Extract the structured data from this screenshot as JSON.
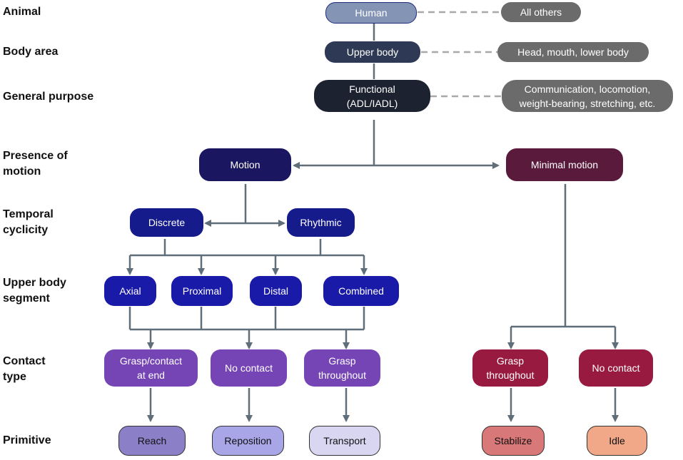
{
  "row_labels": {
    "animal": "Animal",
    "body_area": "Body area",
    "general_purpose": "General purpose",
    "presence_of_motion": "Presence of\nmotion",
    "temporal_cyclicity": "Temporal\ncyclicity",
    "upper_body_segment": "Upper body\nsegment",
    "contact_type": "Contact\ntype",
    "primitive": "Primitive"
  },
  "nodes": {
    "human": "Human",
    "all_others": "All others",
    "upper_body": "Upper body",
    "head_mouth_lower_body": "Head, mouth, lower body",
    "functional": "Functional\n(ADL/IADL)",
    "communication": "Communication, locomotion,\nweight-bearing, stretching, etc.",
    "motion": "Motion",
    "minimal_motion": "Minimal motion",
    "discrete": "Discrete",
    "rhythmic": "Rhythmic",
    "axial": "Axial",
    "proximal": "Proximal",
    "distal": "Distal",
    "combined": "Combined",
    "grasp_contact_at_end": "Grasp/contact\nat end",
    "no_contact_motion": "No contact",
    "grasp_throughout_motion": "Grasp\nthroughout",
    "grasp_throughout_minimal": "Grasp\nthroughout",
    "no_contact_minimal": "No contact",
    "reach": "Reach",
    "reposition": "Reposition",
    "transport": "Transport",
    "stabilize": "Stabilize",
    "idle": "Idle"
  },
  "colors": {
    "human": "#8494b4",
    "gray_option": "#6b6b6b",
    "upper_body": "#2e3a55",
    "functional": "#1c2230",
    "motion": "#1a1660",
    "minimal_motion": "#5a1a3c",
    "temporal": "#151b8a",
    "segment": "#1a1aa8",
    "contact_motion": "#7545b5",
    "contact_minimal": "#991a40",
    "reach": "#8b80c8",
    "reposition": "#a8a6e6",
    "transport": "#d8d6f0",
    "stabilize": "#d87878",
    "idle": "#f0a888",
    "arrow": "#5f6e78",
    "dashed": "#a8a8a8"
  }
}
